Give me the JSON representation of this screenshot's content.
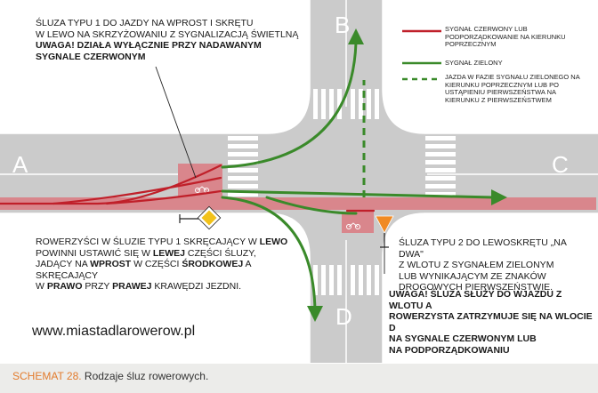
{
  "letters": {
    "a": "A",
    "b": "B",
    "c": "C",
    "d": "D"
  },
  "annotation_top": {
    "line1": "ŚLUZA TYPU 1 DO JAZDY NA WPROST I SKRĘTU",
    "line2": "W LEWO NA SKRZYŻOWANIU Z SYGNALIZACJĄ ŚWIETLNĄ",
    "line3": "UWAGA! DZIAŁA WYŁĄCZNIE PRZY NADAWANYM",
    "line4": "SYGNALE CZERWONYM"
  },
  "annotation_left": {
    "p1": "ROWERZYŚCI W ŚLUZIE TYPU 1 SKRĘCAJĄCY W ",
    "p1b": "LEWO",
    "p2": "POWINNI USTAWIĆ SIĘ W ",
    "p2b": "LEWEJ",
    "p2c": " CZĘŚCI ŚLUZY,",
    "p3": "JADĄCY NA ",
    "p3b": "WPROST",
    "p3c": " W CZĘŚCI ",
    "p3d": "ŚRODKOWEJ",
    "p3e": " A SKRĘCAJĄCY",
    "p4": "W ",
    "p4b": "PRAWO",
    "p4c": " PRZY ",
    "p4d": "PRAWEJ",
    "p4e": " KRAWĘDZI JEZDNI."
  },
  "annotation_right": {
    "line1": "ŚLUZA TYPU 2 DO LEWOSKRĘTU „NA DWA\"",
    "line2": "Z WLOTU Z SYGNAŁEM ZIELONYM",
    "line3": "LUB WYNIKAJĄCYM ZE ZNAKÓW",
    "line4": "DROGOWYCH PIERWSZEŃSTWIE."
  },
  "annotation_warning": {
    "line1": "UWAGA! ŚLUZA SŁUŻY DO WJAZDU Z WLOTU A",
    "line2": "ROWERZYSTA ZATRZYMUJE SIĘ NA WLOCIE D",
    "line3": "NA SYGNALE CZERWONYM  LUB",
    "line4": "NA PODPORZĄDKOWANIU"
  },
  "legend": {
    "red": "SYGNAŁ CZERWONY LUB PODPORZĄDKOWANIE NA KIERUNKU POPRZECZNYM",
    "green": "SYGNAŁ ZIELONY",
    "dashed": "JAZDA W FAZIE SYGNAŁU ZIELONEGO NA KIERUNKU POPRZECZNYM LUB PO USTĄPIENIU PIERWSZEŃSTWA NA KIERUNKU Z PIERWSZEŃSTWEM"
  },
  "website": "www.miastadlarowerow.pl",
  "caption": {
    "number": "SCHEMAT 28.",
    "title": " Rodzaje śluz rowerowych."
  },
  "colors": {
    "road": "#c8c8c8",
    "red": "#c0202a",
    "green": "#3a8a2a",
    "bike_lane": "#d9868c",
    "sign_orange": "#f08a24",
    "sign_yellow": "#f2c21a"
  }
}
